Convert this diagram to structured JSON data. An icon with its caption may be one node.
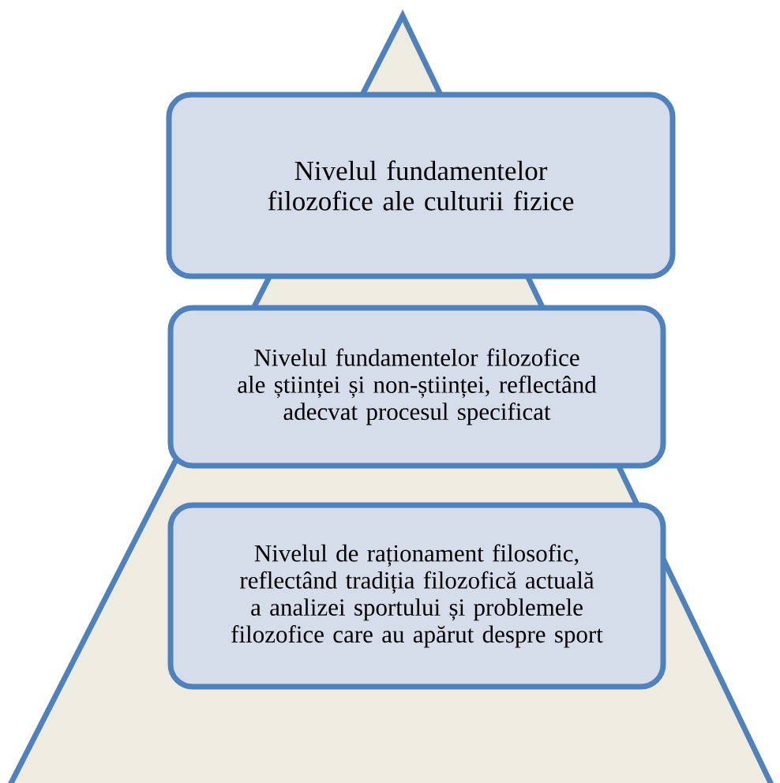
{
  "diagram": {
    "nodes": [
      {
        "text": [
          "Nivelul fundamentelor filozofice ale culturii fizice"
        ]
      },
      {
        "text": [
          "Nivelul fundamentelor filozofice ale științei și non-științei, reflectând adecvat procesul specificat"
        ]
      },
      {
        "text": [
          "Nivelul de raționament filosofic, reflectând tradiția filozofică actuală a analizei sportului și problemele filozofice care au apărut despre sport"
        ]
      }
    ]
  }
}
